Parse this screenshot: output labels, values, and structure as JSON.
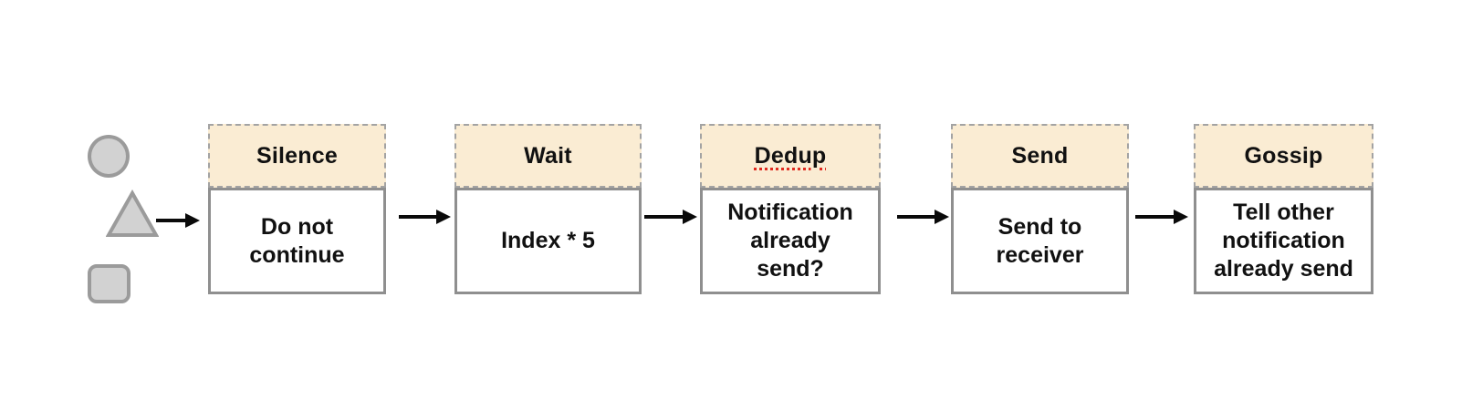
{
  "diagram": {
    "background_color": "#ffffff",
    "legend_shapes": [
      {
        "shape": "circle"
      },
      {
        "shape": "triangle"
      },
      {
        "shape": "rounded-square"
      }
    ],
    "stages": [
      {
        "title": "Silence",
        "description": "Do not continue",
        "description_lines": [
          "Do not",
          "continue"
        ],
        "title_misspelled": false
      },
      {
        "title": "Wait",
        "description": "Index * 5",
        "description_lines": [
          "Index * 5"
        ],
        "title_misspelled": false
      },
      {
        "title": "Dedup",
        "description": "Notification already send?",
        "description_lines": [
          "Notification",
          "already",
          "send?"
        ],
        "title_misspelled": true
      },
      {
        "title": "Send",
        "description": "Send to receiver",
        "description_lines": [
          "Send to",
          "receiver"
        ],
        "title_misspelled": false
      },
      {
        "title": "Gossip",
        "description": "Tell other notification already send",
        "description_lines": [
          "Tell other",
          "notification",
          "already send"
        ],
        "title_misspelled": false
      }
    ],
    "arrow_count": 5,
    "colors": {
      "header_bg": "#faecd3",
      "header_border": "#a3a3a3",
      "body_border": "#8f8f8f",
      "shape_fill": "#d2d2d2",
      "shape_stroke": "#9b9b9b",
      "arrow": "#0a0a0a",
      "text": "#111111",
      "misspell_underline": "#e02b20"
    }
  }
}
